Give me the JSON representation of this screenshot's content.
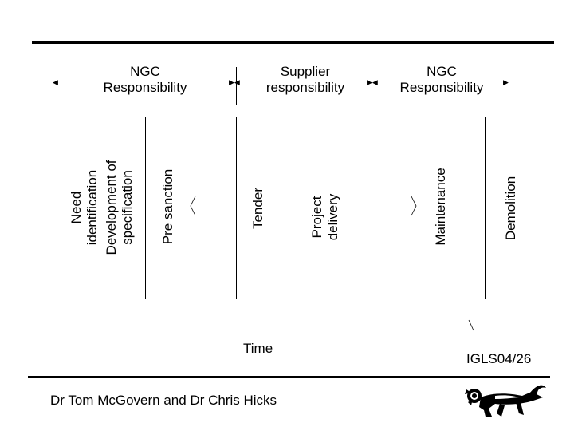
{
  "headers": [
    {
      "label": "NGC\nResponsibility"
    },
    {
      "label": "Supplier\nresponsibility"
    },
    {
      "label": "NGC\nResponsibility"
    }
  ],
  "stages": [
    {
      "label": "Need\nidentification"
    },
    {
      "label": "Development of\nspecification"
    },
    {
      "label": "Pre sanction"
    },
    {
      "label": "Tender"
    },
    {
      "label": "Project\ndelivery"
    },
    {
      "label": "Maintenance"
    },
    {
      "label": "Demolition"
    }
  ],
  "time_label": "Time",
  "slide_id": "IGLS04/26",
  "authors": "Dr Tom McGovern and Dr Chris Hicks",
  "logo_icon": "heraldic-lion-icon"
}
